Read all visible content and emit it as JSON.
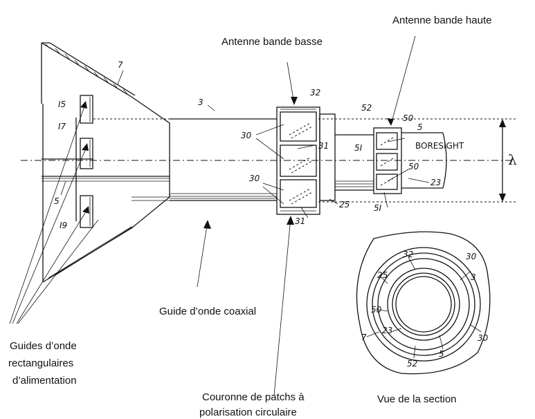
{
  "labels": {
    "high_band_antenna": "Antenne bande haute",
    "low_band_antenna": "Antenne bande basse",
    "coaxial_waveguide": "Guide d’onde coaxial",
    "feed_waveguides_line1": "Guides d’onde",
    "feed_waveguides_line2": "rectangulaires",
    "feed_waveguides_line3": "d’alimentation",
    "patch_ring_line1": "Couronne de patchs à",
    "patch_ring_line2": "polarisation circulaire",
    "section_view": "Vue de la section",
    "boresight": "BORESIGHT",
    "lambda": "λ"
  },
  "ref_numbers": {
    "n7": "7",
    "n15": "I5",
    "n17": "I7",
    "n19": "I9",
    "n5": "5",
    "n3": "3",
    "n30": "30",
    "n32": "32",
    "n31": "31",
    "n25": "25",
    "n52": "52",
    "n50": "50",
    "n51": "5I",
    "n23": "23"
  },
  "colors": {
    "ink": "#111111",
    "background": "#ffffff"
  }
}
